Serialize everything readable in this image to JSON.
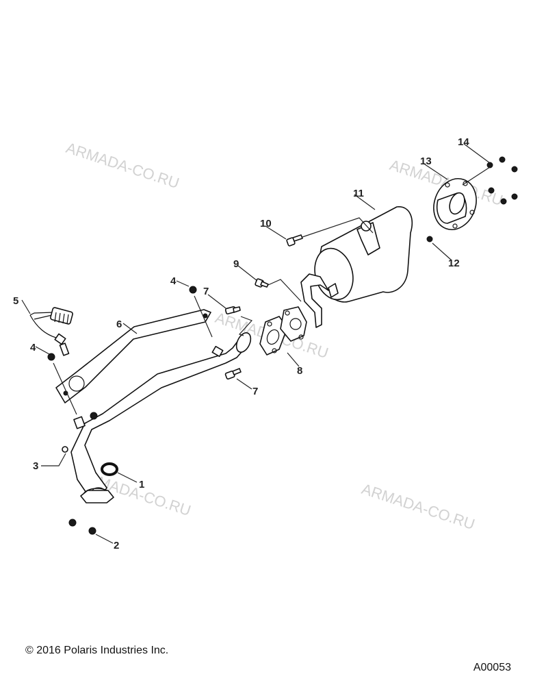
{
  "watermarks": [
    "ARMADA-CO.RU",
    "ARMADA-CO.RU",
    "ARMADA-CO.RU",
    "ARMADA-CO.RU",
    "ARMADA-CO.RU"
  ],
  "callouts": {
    "c1": "1",
    "c2": "2",
    "c3": "3",
    "c4a": "4",
    "c4b": "4",
    "c5": "5",
    "c6": "6",
    "c7a": "7",
    "c7b": "7",
    "c8": "8",
    "c9": "9",
    "c10": "10",
    "c11": "11",
    "c12": "12",
    "c13": "13",
    "c14": "14"
  },
  "footer": {
    "copyright": "© 2016 Polaris Industries Inc.",
    "ref_code": "A00053"
  }
}
